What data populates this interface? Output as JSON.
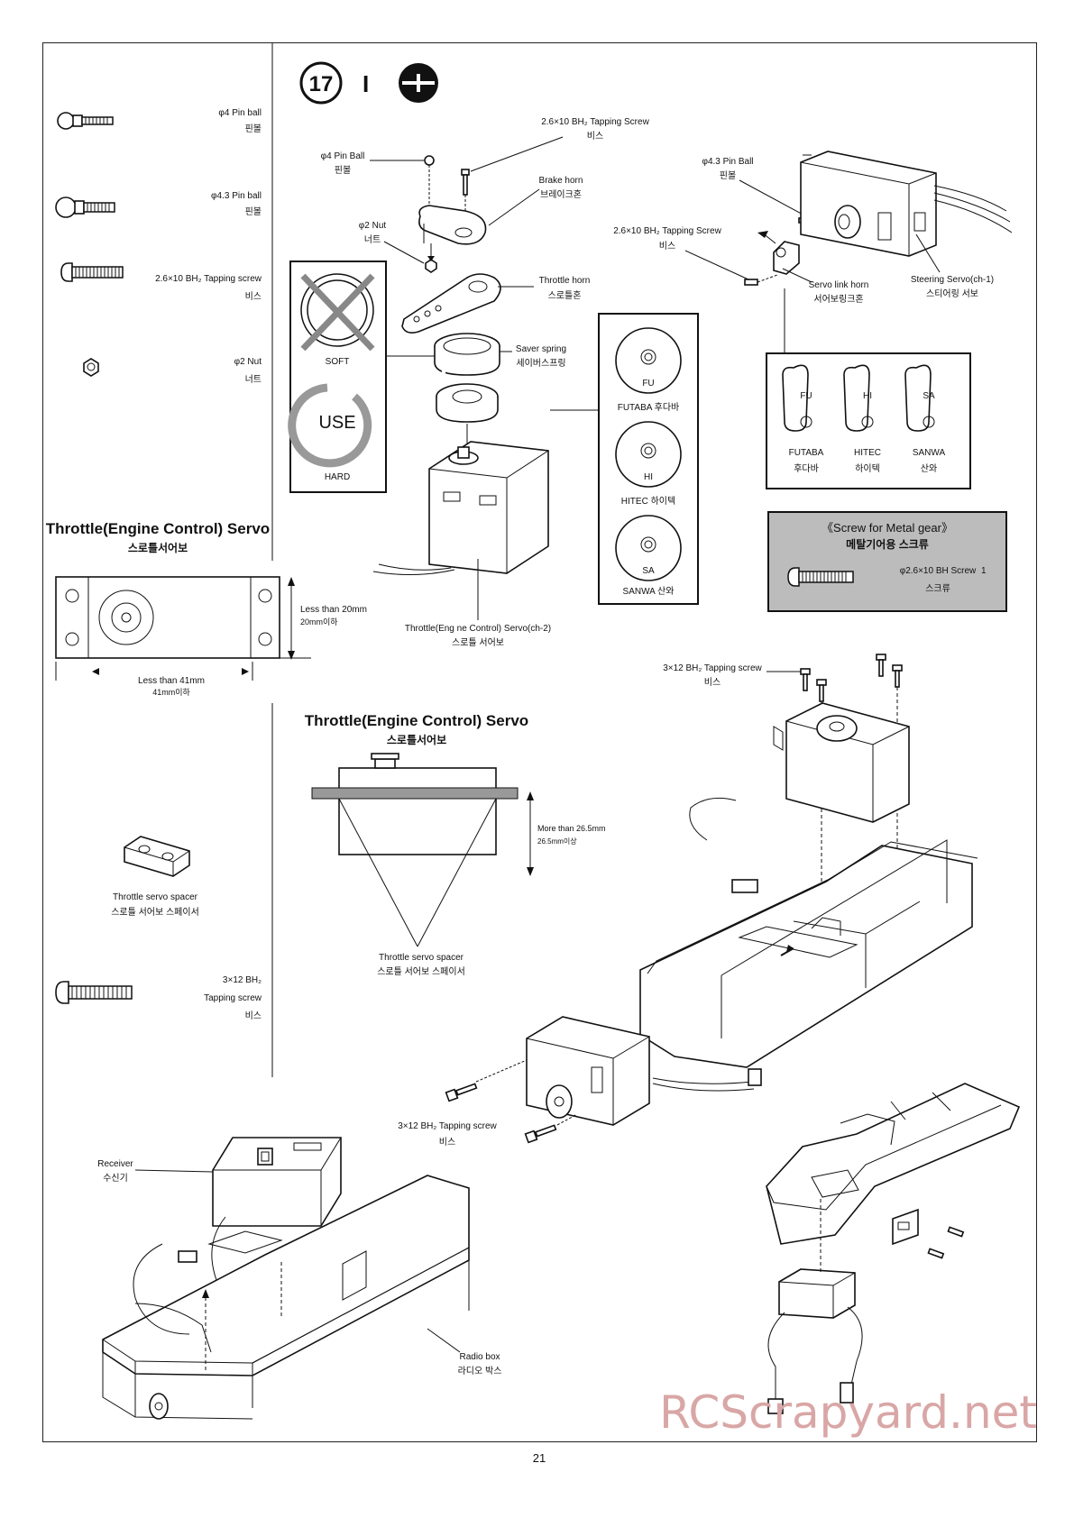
{
  "step": {
    "number": "17",
    "separator": "I",
    "icon": "screwdriver-icon"
  },
  "parts_sidebar": [
    {
      "icon": "pin-ball-4-icon",
      "name": "φ4 Pin ball",
      "name_kr": "핀볼"
    },
    {
      "icon": "pin-ball-43-icon",
      "name": "φ4.3 Pin ball",
      "name_kr": "핀볼"
    },
    {
      "icon": "tapping-screw-26x10-icon",
      "name": "2.6×10 BH₂ Tapping screw",
      "name_kr": "비스"
    },
    {
      "icon": "nut-2-icon",
      "name": "φ2 Nut",
      "name_kr": "너트"
    },
    {
      "icon": "throttle-servo-spacer-icon",
      "name": "Throttle servo spacer",
      "name_kr": "스로틀 서어보 스페이서"
    },
    {
      "icon": "tapping-screw-3x12-icon",
      "name": "3×12 BH₂",
      "name2": "Tapping screw",
      "name_kr": "비스"
    }
  ],
  "throttle_servo_side": {
    "title": "Throttle(Engine Control) Servo",
    "title_kr": "스로틀서어보",
    "height_note": "Less than 20mm",
    "height_note_kr": "20mm이하",
    "width_note": "Less than 41mm",
    "width_note_kr": "41mm이하"
  },
  "throttle_servo_center": {
    "title": "Throttle(Engine Control) Servo",
    "title_kr": "스로틀서어보",
    "height_note": "More than 26.5mm",
    "height_note_kr": "26.5mm이상",
    "spacer_label": "Throttle servo spacer",
    "spacer_label_kr": "스로틀 서어보 스페이서"
  },
  "callouts": {
    "pin_ball_4": "φ4 Pin Ball",
    "pin_ball_4_kr": "핀볼",
    "screw_26": "2.6×10 BH₂ Tapping Screw",
    "screw_26_kr": "비스",
    "brake_horn": "Brake horn",
    "brake_horn_kr": "브레이크혼",
    "nut_2": "φ2 Nut",
    "nut_2_kr": "너트",
    "throttle_horn": "Throttle horn",
    "throttle_horn_kr": "스로틀혼",
    "saver_spring": "Saver spring",
    "saver_spring_kr": "세이버스프링",
    "throttle_servo_ch2": "Throttle(Eng ne Control) Servo(ch-2)",
    "throttle_servo_ch2_kr": "스로틀 서어보",
    "pin_ball_43": "φ4.3 Pin Ball",
    "pin_ball_43_kr": "핀볼",
    "screw_26_b": "2.6×10 BH₂ Tapping Screw",
    "screw_26_b_kr": "비스",
    "servo_link_horn": "Servo link horn",
    "servo_link_horn_kr": "서어보링크혼",
    "steering_servo": "Steering Servo(ch-1)",
    "steering_servo_kr": "스티어링 서보",
    "screw_3x12_top": "3×12 BH₂ Tapping screw",
    "screw_3x12_top_kr": "비스",
    "screw_3x12_mid": "3×12 BH₂ Tapping screw",
    "screw_3x12_mid_kr": "비스",
    "receiver": "Receiver",
    "receiver_kr": "수신기",
    "radio_box": "Radio box",
    "radio_box_kr": "라디오 박스"
  },
  "spring_box": {
    "soft": "SOFT",
    "use": "USE",
    "hard": "HARD"
  },
  "spline_box": [
    {
      "code": "FU",
      "label": "FUTABA 후다바"
    },
    {
      "code": "HI",
      "label": "HITEC 하이텍"
    },
    {
      "code": "SA",
      "label": "SANWA 산와"
    }
  ],
  "horn_box": [
    {
      "code": "FU",
      "label": "FUTABA",
      "label_kr": "후다바"
    },
    {
      "code": "HI",
      "label": "HITEC",
      "label_kr": "하이텍"
    },
    {
      "code": "SA",
      "label": "SANWA",
      "label_kr": "산와"
    }
  ],
  "metal_gear_box": {
    "title": "《Screw for Metal gear》",
    "title_kr": "메탈기어용 스크류",
    "screw": "φ2.6×10 BH Screw",
    "qty": "1",
    "screw_kr": "스크류"
  },
  "page_number": "21",
  "watermark": "RCScrapyard.net"
}
